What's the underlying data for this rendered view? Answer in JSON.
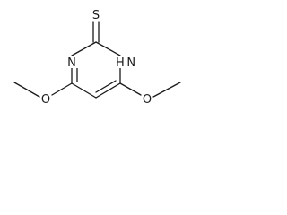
{
  "molecule": {
    "atoms": {
      "sulfur": "S",
      "nitrogen_left": "N",
      "nitrogen_right": "H N",
      "oxygen_left": "O",
      "oxygen_right": "O"
    }
  }
}
